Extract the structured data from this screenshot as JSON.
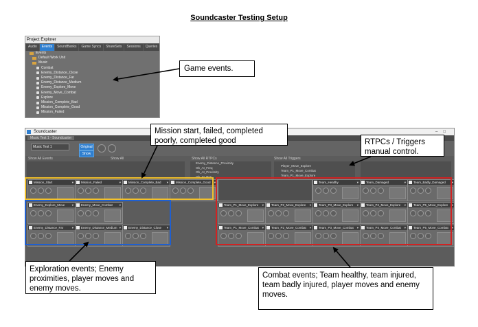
{
  "title": "Soundcaster Testing Setup",
  "project_explorer": {
    "title": "Project Explorer",
    "tabs": [
      "Audio",
      "Events",
      "SoundBanks",
      "Game Syncs",
      "ShareSets",
      "Sessions",
      "Queries"
    ],
    "active_tab": "Events",
    "tree": [
      "Events",
      "Default Work Unit",
      "Music",
      "Combat",
      "Enemy_Distance_Close",
      "Enemy_Distance_Far",
      "Enemy_Distance_Medium",
      "Enemy_Explore_Move",
      "Enemy_Move_Combat",
      "Explore",
      "Mission_Complete_Bad",
      "Mission_Complete_Good",
      "Mission_Failed"
    ]
  },
  "soundcaster": {
    "window_title": "Soundcaster",
    "tab": "Music Test 1 - Soundcaster",
    "session": "Music Test 1",
    "buttons": [
      "Original",
      "Show"
    ],
    "sections": [
      "Show All",
      "Events",
      "Show All",
      "RTPCs",
      "Show All",
      "Triggers"
    ],
    "rtpcs": [
      "Enemy_Distance_Proximity",
      "Ob_At_Freq",
      "Ob_At_Proximity",
      "Ob_At_Pos"
    ],
    "triggers": [
      "Player_Move_Explore",
      "Team_P1_Move_Combat",
      "Team_P1_Move_Explore"
    ],
    "mission_tiles": [
      "Mission_Start",
      "Mission_Failed",
      "Mission_Complete_Bad",
      "Mission_Complete_Good"
    ],
    "exploration_tiles": [
      "Enemy_Explore_Move",
      "Enemy_Move_Combat",
      "Enemy_Distance_Far",
      "Enemy_Distance_Medium",
      "Enemy_Distance_Close"
    ],
    "combat_tiles": [
      "Team_Healthy",
      "Team_Damaged",
      "Team_Badly_Damaged",
      "Team_P1_Move_Explore",
      "Team_P2_Move_Explore",
      "Team_P3_Move_Explore",
      "Team_P4_Move_Explore",
      "Team_P5_Move_Explore",
      "Team_P1_Move_Combat",
      "Team_P2_Move_Combat",
      "Team_P3_Move_Combat",
      "Team_P4_Move_Combat",
      "Team_P5_Move_Combat"
    ],
    "highlight_colors": {
      "mission": "#f3c12b",
      "exploration": "#1f5fd0",
      "combat": "#d22222"
    }
  },
  "annotations": {
    "game_events": "Game events.",
    "mission": "Mission start, failed, completed poorly, completed good",
    "rtpc": "RTPCs / Triggers manual control.",
    "exploration": "Exploration events; Enemy proximities, player moves and enemy moves.",
    "combat": "Combat events; Team healthy, team injured, team badly injured, player moves and enemy moves."
  }
}
